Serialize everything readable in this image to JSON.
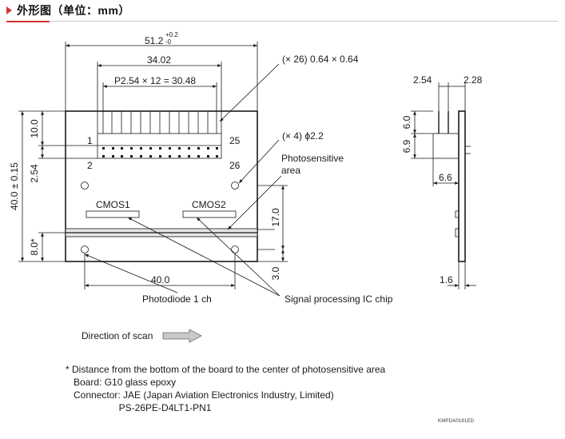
{
  "header": {
    "title": "外形图（单位：mm）",
    "accent_color": "#d8342c"
  },
  "front_view": {
    "dim_width_overall": "51.2",
    "dim_width_tol_plus": "+0.2",
    "dim_width_tol_minus": "-0",
    "dim_connector_width": "34.02",
    "dim_pitch": "P2.54 × 12 = 30.48",
    "dim_pins": "(× 26) 0.64 × 0.64",
    "dim_holes": "(× 4) ϕ2.2",
    "dim_height_overall": "40.0 ± 0.15",
    "dim_connector_height": "10.0",
    "dim_row_pitch": "2.54",
    "dim_sensitive_offset": "8.0*",
    "dim_17": "17.0",
    "dim_3": "3.0",
    "dim_40": "40.0",
    "pin_1": "1",
    "pin_2": "2",
    "pin_25": "25",
    "pin_26": "26",
    "cmos1": "CMOS1",
    "cmos2": "CMOS2",
    "photosensitive_line1": "Photosensitive",
    "photosensitive_line2": "area",
    "photodiode_label": "Photodiode 1 ch",
    "ic_label": "Signal processing IC chip",
    "scan_label": "Direction of scan"
  },
  "side_view": {
    "dim_254": "2.54",
    "dim_228": "2.28",
    "dim_60": "6.0",
    "dim_69": "6.9",
    "dim_66": "6.6",
    "dim_16": "1.6"
  },
  "notes": {
    "line1": "* Distance from the bottom of the board to the center of photosensitive area",
    "line2": "   Board: G10 glass epoxy",
    "line3": "   Connector: JAE (Japan Aviation Electronics Industry, Limited)",
    "line4": "                    PS-26PE-D4LT1-PN1",
    "code": "KMPDA0191ED"
  }
}
